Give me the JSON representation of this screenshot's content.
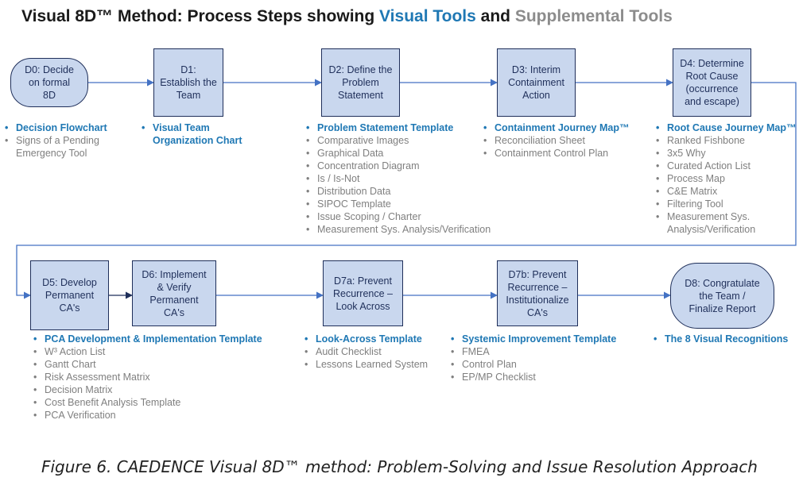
{
  "title": {
    "part1": "Visual 8D™ Method: Process Steps showing ",
    "visual": "Visual Tools",
    "and": " and ",
    "supplemental": "Supplemental Tools"
  },
  "steps": [
    {
      "id": "d0",
      "label": "D0: Decide\non formal\n8D"
    },
    {
      "id": "d1",
      "label": "D1:\nEstablish the\nTeam"
    },
    {
      "id": "d2",
      "label": "D2: Define the\nProblem\nStatement"
    },
    {
      "id": "d3",
      "label": "D3: Interim\nContainment\nAction"
    },
    {
      "id": "d4",
      "label": "D4: Determine\nRoot Cause\n(occurrence\nand escape)"
    },
    {
      "id": "d5",
      "label": "D5: Develop\nPermanent\nCA's"
    },
    {
      "id": "d6",
      "label": "D6: Implement\n& Verify\nPermanent\nCA's"
    },
    {
      "id": "d7a",
      "label": "D7a: Prevent\nRecurrence –\nLook Across"
    },
    {
      "id": "d7b",
      "label": "D7b: Prevent\nRecurrence –\nInstitutionalize\nCA's"
    },
    {
      "id": "d8",
      "label": "D8: Congratulate\nthe Team /\nFinalize Report"
    }
  ],
  "tools": {
    "d0": {
      "visual": [
        "Decision Flowchart"
      ],
      "supplemental": [
        "Signs of a Pending|Emergency Tool"
      ]
    },
    "d1": {
      "visual": [
        "Visual Team|Organization Chart"
      ],
      "supplemental": []
    },
    "d2": {
      "visual": [
        "Problem Statement Template"
      ],
      "supplemental": [
        "Comparative Images",
        "Graphical Data",
        "Concentration Diagram",
        "Is / Is-Not",
        "Distribution Data",
        "SIPOC Template",
        "Issue Scoping / Charter",
        "Measurement Sys. Analysis/Verification"
      ]
    },
    "d3": {
      "visual": [
        "Containment Journey Map™"
      ],
      "supplemental": [
        "Reconciliation Sheet",
        "Containment Control Plan"
      ]
    },
    "d4": {
      "visual": [
        "Root Cause Journey Map™"
      ],
      "supplemental": [
        "Ranked Fishbone",
        "3x5 Why",
        "Curated Action List",
        "Process Map",
        "C&E Matrix",
        "Filtering Tool",
        "Measurement Sys.|Analysis/Verification"
      ]
    },
    "d5": {
      "visual": [
        "PCA Development & Implementation Template"
      ],
      "supplemental": [
        "W³ Action List",
        "Gantt Chart",
        "Risk Assessment Matrix",
        "Decision Matrix",
        "Cost Benefit Analysis Template",
        "PCA Verification"
      ]
    },
    "d7a": {
      "visual": [
        "Look-Across Template"
      ],
      "supplemental": [
        "Audit Checklist",
        "Lessons Learned System"
      ]
    },
    "d7b": {
      "visual": [
        "Systemic Improvement Template"
      ],
      "supplemental": [
        "FMEA",
        "Control Plan",
        "EP/MP Checklist"
      ]
    },
    "d8": {
      "visual": [
        "The 8 Visual Recognitions"
      ],
      "supplemental": []
    }
  },
  "caption": "Figure 6. CAEDENCE Visual 8D™ method: Problem-Solving and Issue Resolution Approach",
  "colors": {
    "box_fill": "#c9d7ee",
    "box_border": "#1f2f5a",
    "connector": "#4472c4",
    "visual_tool": "#1f78b4",
    "supplemental_tool": "#7f7f7f"
  }
}
